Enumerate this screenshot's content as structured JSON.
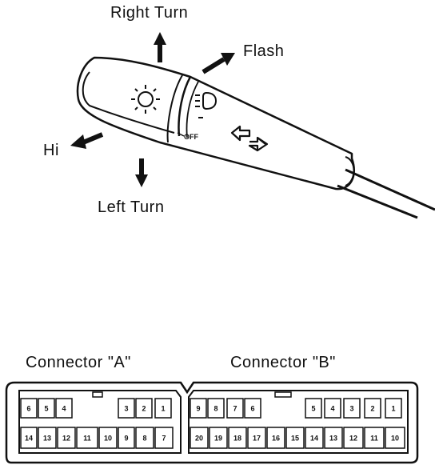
{
  "switch": {
    "labels": {
      "right_turn": "Right Turn",
      "flash": "Flash",
      "hi": "Hi",
      "left_turn": "Left Turn",
      "off": "OFF"
    }
  },
  "connectors": {
    "a": {
      "title": "Connector \"A\"",
      "top_row": [
        "6",
        "5",
        "4",
        "3",
        "2",
        "1"
      ],
      "bottom_row": [
        "14",
        "13",
        "12",
        "11",
        "10",
        "9",
        "8",
        "7"
      ]
    },
    "b": {
      "title": "Connector \"B\"",
      "top_row": [
        "9",
        "8",
        "7",
        "6",
        "5",
        "4",
        "3",
        "2",
        "1"
      ],
      "bottom_row": [
        "20",
        "19",
        "18",
        "17",
        "16",
        "15",
        "14",
        "13",
        "12",
        "11",
        "10"
      ]
    }
  }
}
